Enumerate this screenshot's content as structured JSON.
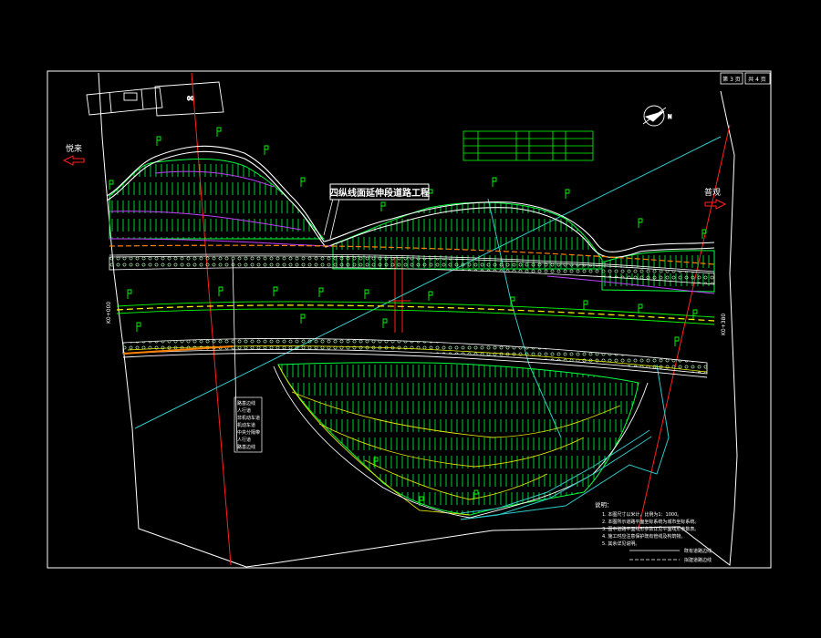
{
  "sheet": {
    "page_label": "第 3 页",
    "total_label": "共 4 页"
  },
  "directions": {
    "left": "悦来",
    "right": "普观"
  },
  "title_box": "四纵线面延伸段道路工程",
  "legend_labels": [
    "路基边线",
    "人行道",
    "非机动车道",
    "机动车道",
    "中央分隔带",
    "人行道",
    "路基边线"
  ],
  "notes": {
    "heading": "说明：",
    "lines": [
      "1. 本图尺寸以米计，比例为1：1000。",
      "2. 本图所示道路平面坐标系统为城市坐标系统。",
      "3. 图中道路平面线形参数详见平面线形参数表。",
      "4. 施工时应注意保护既有管线及构筑物。",
      "5. 其余详见说明。"
    ]
  },
  "notes_legend": [
    "既有道路边线",
    "拟建道路边线"
  ],
  "side_labels": {
    "left": "K0+000",
    "right": "K0+380"
  },
  "colors": {
    "background": "#000000",
    "frame": "#ffffff",
    "road": "#ffffff",
    "fill": "#00ff40",
    "green": "#00ff00",
    "red": "#ff2020",
    "cyan": "#00c0c0",
    "magenta": "#c040ff",
    "yellow": "#ffff00",
    "orange": "#ff8000"
  }
}
